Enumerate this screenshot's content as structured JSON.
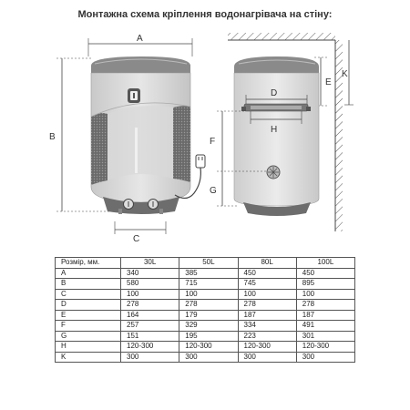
{
  "title": "Монтажна схема кріплення водонагрівача на стіну:",
  "dimension_labels": {
    "A": "A",
    "B": "B",
    "C": "C",
    "D": "D",
    "E": "E",
    "F": "F",
    "G": "G",
    "H": "H",
    "K": "K"
  },
  "table": {
    "headers": [
      "Розмір, мм.",
      "30L",
      "50L",
      "80L",
      "100L"
    ],
    "rows": [
      [
        "A",
        "340",
        "385",
        "450",
        "450"
      ],
      [
        "B",
        "580",
        "715",
        "745",
        "895"
      ],
      [
        "C",
        "100",
        "100",
        "100",
        "100"
      ],
      [
        "D",
        "278",
        "278",
        "278",
        "278"
      ],
      [
        "E",
        "164",
        "179",
        "187",
        "187"
      ],
      [
        "F",
        "257",
        "329",
        "334",
        "491"
      ],
      [
        "G",
        "151",
        "195",
        "223",
        "301"
      ],
      [
        "H",
        "120-300",
        "120-300",
        "120-300",
        "120-300"
      ],
      [
        "K",
        "300",
        "300",
        "300",
        "300"
      ]
    ]
  }
}
